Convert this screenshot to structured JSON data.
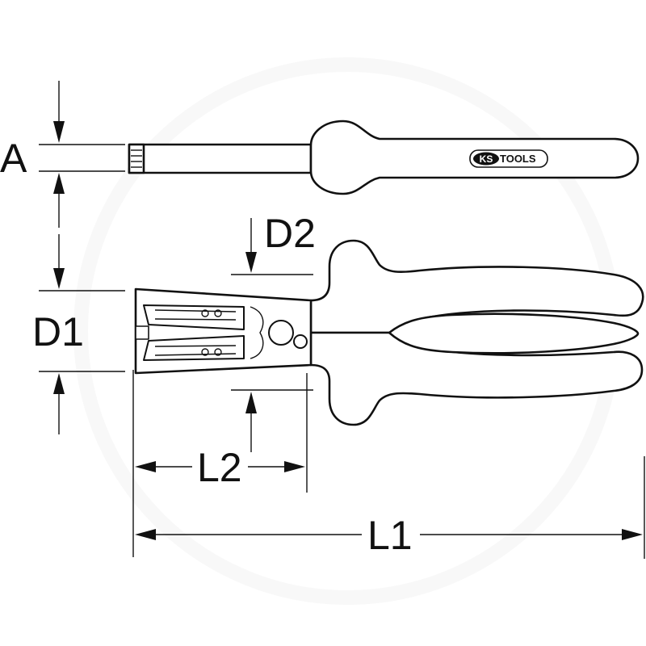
{
  "diagram": {
    "labels": {
      "A": "A",
      "D1": "D1",
      "D2": "D2",
      "L1": "L1",
      "L2": "L2"
    },
    "brand": {
      "prefix": "KS",
      "suffix": "TOOLS"
    },
    "colors": {
      "line": "#111111",
      "background": "#ffffff"
    }
  }
}
